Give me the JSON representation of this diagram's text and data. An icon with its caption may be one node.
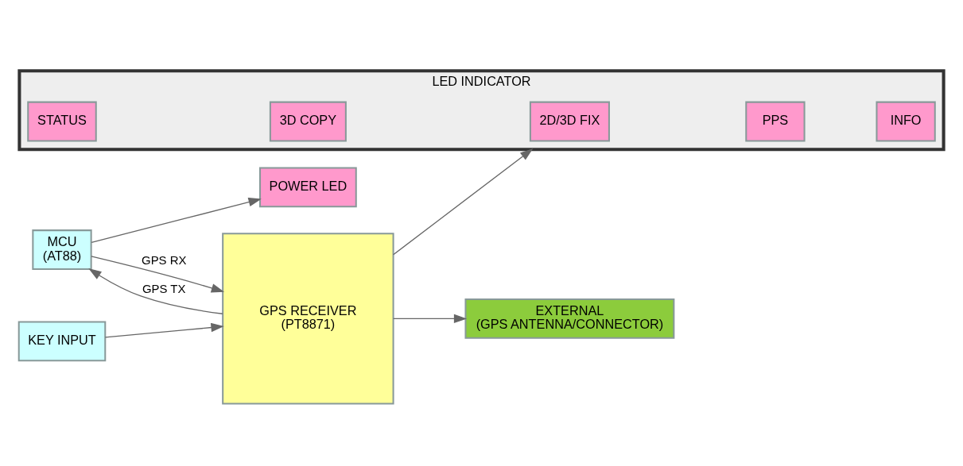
{
  "diagram": {
    "nodes": [
      {
        "text": [
          "POWER LED"
        ]
      },
      {
        "text": [
          "MCU",
          "(AT88)"
        ]
      },
      {
        "text": [
          "KEY INPUT"
        ]
      },
      {
        "text": [
          "GPS RECEIVER",
          "(PT8871)"
        ]
      },
      {
        "text": [
          "EXTERNAL",
          "(GPS ANTENNA/CONNECTOR)"
        ]
      },
      {
        "text": [
          "LED INDICATOR"
        ]
      },
      {
        "text": [
          "STATUS"
        ],
        "in": 5
      },
      {
        "text": [
          "3D COPY"
        ],
        "in": 5
      },
      {
        "text": [
          "2D/3D FIX"
        ],
        "in": 5
      },
      {
        "text": [
          "PPS"
        ],
        "in": 5
      },
      {
        "text": [
          "INFO"
        ],
        "in": 5
      }
    ],
    "edges": [
      {
        "from": 1,
        "to": 0,
        "arrow": "to"
      },
      {
        "from": 3,
        "to": 1,
        "arrow": "to",
        "label": "GPS TX"
      },
      {
        "from": 1,
        "to": 3,
        "arrow": "to",
        "label": "GPS RX"
      },
      {
        "from": 2,
        "to": 3,
        "arrow": "to"
      },
      {
        "from": 3,
        "to": 4,
        "arrow": "to"
      },
      {
        "from": 3,
        "to": 5,
        "arrow": "to"
      }
    ]
  }
}
